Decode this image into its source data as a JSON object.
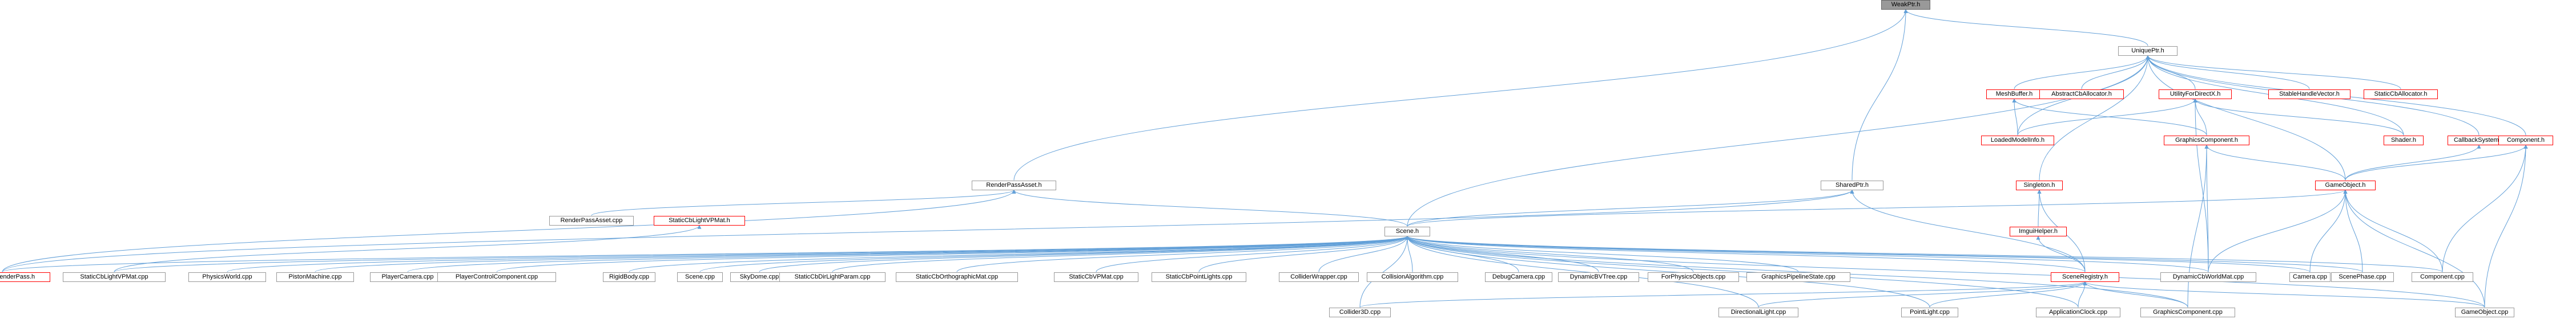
{
  "graph": {
    "edge_color": "#63a0d8",
    "nodes": [
      {
        "id": "weakptr",
        "label": "WeakPtr.h",
        "root": true
      },
      {
        "id": "uniqueptr",
        "label": "UniquePtr.h"
      },
      {
        "id": "sharedptr",
        "label": "SharedPtr.h"
      },
      {
        "id": "renderpassasset_h",
        "label": "RenderPassAsset.h"
      },
      {
        "id": "renderpassasset_cpp",
        "label": "RenderPassAsset.cpp"
      },
      {
        "id": "staticcblightvpmat_h",
        "label": "StaticCbLightVPMat.h",
        "red": true
      },
      {
        "id": "meshbuffer",
        "label": "MeshBuffer.h",
        "red": true
      },
      {
        "id": "abstractcballocator",
        "label": "AbstractCbAllocator.h",
        "red": true
      },
      {
        "id": "utilityfordirectx",
        "label": "UtilityForDirectX.h",
        "red": true
      },
      {
        "id": "stablehandlevector",
        "label": "StableHandleVector.h",
        "red": true
      },
      {
        "id": "staticcballocator",
        "label": "StaticCbAllocator.h",
        "red": true
      },
      {
        "id": "loadedmodelinfo",
        "label": "LoadedModelInfo.h",
        "red": true
      },
      {
        "id": "graphicscomponent_h",
        "label": "GraphicsComponent.h",
        "red": true
      },
      {
        "id": "shader",
        "label": "Shader.h",
        "red": true
      },
      {
        "id": "callbacksystem",
        "label": "CallbackSystem.h",
        "red": true
      },
      {
        "id": "component_h",
        "label": "Component.h",
        "red": true
      },
      {
        "id": "singleton",
        "label": "Singleton.h",
        "red": true
      },
      {
        "id": "gameobject_h",
        "label": "GameObject.h",
        "red": true
      },
      {
        "id": "imguihelper",
        "label": "ImguiHelper.h",
        "red": true
      },
      {
        "id": "scene_h",
        "label": "Scene.h"
      },
      {
        "id": "scenereg",
        "label": "SceneRegistry.h",
        "red": true
      },
      {
        "id": "standardrenderpass",
        "label": "StandardRenderPass.h",
        "red": true
      },
      {
        "id": "staticcblightvpmat_cpp",
        "label": "StaticCbLightVPMat.cpp"
      },
      {
        "id": "physicsworld",
        "label": "PhysicsWorld.cpp"
      },
      {
        "id": "pistonmachine",
        "label": "PistonMachine.cpp"
      },
      {
        "id": "playercamera",
        "label": "PlayerCamera.cpp"
      },
      {
        "id": "playercontrol",
        "label": "PlayerControlComponent.cpp"
      },
      {
        "id": "rigidbody",
        "label": "RigidBody.cpp"
      },
      {
        "id": "scene_cpp",
        "label": "Scene.cpp"
      },
      {
        "id": "skydome",
        "label": "SkyDome.cpp"
      },
      {
        "id": "dirlightparam",
        "label": "StaticCbDirLightParam.cpp"
      },
      {
        "id": "orthomat",
        "label": "StaticCbOrthographicMat.cpp"
      },
      {
        "id": "vpmat",
        "label": "StaticCbVPMat.cpp"
      },
      {
        "id": "pointlights",
        "label": "StaticCbPointLights.cpp"
      },
      {
        "id": "colliderwrapper",
        "label": "ColliderWrapper.cpp"
      },
      {
        "id": "collisionalgorithm",
        "label": "CollisionAlgorithm.cpp"
      },
      {
        "id": "debugcamera",
        "label": "DebugCamera.cpp"
      },
      {
        "id": "dynamicbvtree",
        "label": "DynamicBVTree.cpp"
      },
      {
        "id": "forphysicsobjects",
        "label": "ForPhysicsObjects.cpp"
      },
      {
        "id": "gpsstate",
        "label": "GraphicsPipelineState.cpp"
      },
      {
        "id": "dynamiccbworldmat",
        "label": "DynamicCbWorldMat.cpp"
      },
      {
        "id": "camera",
        "label": "Camera.cpp"
      },
      {
        "id": "scenephase",
        "label": "ScenePhase.cpp"
      },
      {
        "id": "component_cpp",
        "label": "Component.cpp"
      },
      {
        "id": "collider3d",
        "label": "Collider3D.cpp"
      },
      {
        "id": "directionallight",
        "label": "DirectionalLight.cpp"
      },
      {
        "id": "pointlight",
        "label": "PointLight.cpp"
      },
      {
        "id": "applicationclock",
        "label": "ApplicationClock.cpp"
      },
      {
        "id": "graphicscomponent_cpp",
        "label": "GraphicsComponent.cpp"
      },
      {
        "id": "gameobject_cpp",
        "label": "GameObject.cpp"
      }
    ],
    "edges": [
      [
        "uniqueptr",
        "weakptr"
      ],
      [
        "sharedptr",
        "weakptr"
      ],
      [
        "renderpassasset_h",
        "weakptr"
      ],
      [
        "meshbuffer",
        "uniqueptr"
      ],
      [
        "abstractcballocator",
        "uniqueptr"
      ],
      [
        "utilityfordirectx",
        "uniqueptr"
      ],
      [
        "stablehandlevector",
        "uniqueptr"
      ],
      [
        "staticcballocator",
        "uniqueptr"
      ],
      [
        "loadedmodelinfo",
        "uniqueptr"
      ],
      [
        "shader",
        "uniqueptr"
      ],
      [
        "callbacksystem",
        "uniqueptr"
      ],
      [
        "component_h",
        "uniqueptr"
      ],
      [
        "singleton",
        "uniqueptr"
      ],
      [
        "gameobject_h",
        "uniqueptr"
      ],
      [
        "scene_h",
        "uniqueptr"
      ],
      [
        "loadedmodelinfo",
        "meshbuffer"
      ],
      [
        "loadedmodelinfo",
        "utilityfordirectx"
      ],
      [
        "graphicscomponent_h",
        "utilityfordirectx"
      ],
      [
        "graphicscomponent_h",
        "meshbuffer"
      ],
      [
        "shader",
        "utilityfordirectx"
      ],
      [
        "gameobject_h",
        "callbacksystem"
      ],
      [
        "gameobject_h",
        "component_h"
      ],
      [
        "gameobject_h",
        "graphicscomponent_h"
      ],
      [
        "imguihelper",
        "singleton"
      ],
      [
        "scenereg",
        "singleton"
      ],
      [
        "scenereg",
        "imguihelper"
      ],
      [
        "scene_h",
        "sharedptr"
      ],
      [
        "scene_h",
        "renderpassasset_h"
      ],
      [
        "scene_h",
        "gameobject_h"
      ],
      [
        "scenereg",
        "sharedptr"
      ],
      [
        "standardrenderpass",
        "sharedptr"
      ],
      [
        "standardrenderpass",
        "renderpassasset_h"
      ],
      [
        "renderpassasset_cpp",
        "renderpassasset_h"
      ],
      [
        "staticcblightvpmat_cpp",
        "staticcblightvpmat_h"
      ],
      [
        "standardrenderpass",
        "scene_h"
      ],
      [
        "staticcblightvpmat_cpp",
        "scene_h"
      ],
      [
        "physicsworld",
        "scene_h"
      ],
      [
        "pistonmachine",
        "scene_h"
      ],
      [
        "playercamera",
        "scene_h"
      ],
      [
        "playercontrol",
        "scene_h"
      ],
      [
        "rigidbody",
        "scene_h"
      ],
      [
        "scene_cpp",
        "scene_h"
      ],
      [
        "skydome",
        "scene_h"
      ],
      [
        "dirlightparam",
        "scene_h"
      ],
      [
        "orthomat",
        "scene_h"
      ],
      [
        "vpmat",
        "scene_h"
      ],
      [
        "pointlights",
        "scene_h"
      ],
      [
        "colliderwrapper",
        "scene_h"
      ],
      [
        "collisionalgorithm",
        "scene_h"
      ],
      [
        "debugcamera",
        "scene_h"
      ],
      [
        "dynamicbvtree",
        "scene_h"
      ],
      [
        "forphysicsobjects",
        "scene_h"
      ],
      [
        "gpsstate",
        "scene_h"
      ],
      [
        "scenereg",
        "scene_h"
      ],
      [
        "dynamiccbworldmat",
        "scene_h"
      ],
      [
        "camera",
        "scene_h"
      ],
      [
        "scenephase",
        "scene_h"
      ],
      [
        "component_cpp",
        "scene_h"
      ],
      [
        "collider3d",
        "scene_h"
      ],
      [
        "directionallight",
        "scene_h"
      ],
      [
        "pointlight",
        "scene_h"
      ],
      [
        "applicationclock",
        "scene_h"
      ],
      [
        "graphicscomponent_cpp",
        "scene_h"
      ],
      [
        "gameobject_cpp",
        "scene_h"
      ],
      [
        "collider3d",
        "scenereg"
      ],
      [
        "directionallight",
        "scenereg"
      ],
      [
        "pointlight",
        "scenereg"
      ],
      [
        "applicationclock",
        "scenereg"
      ],
      [
        "graphicscomponent_cpp",
        "scenereg"
      ],
      [
        "gameobject_cpp",
        "scenereg"
      ],
      [
        "dynamiccbworldmat",
        "graphicscomponent_h"
      ],
      [
        "graphicscomponent_cpp",
        "graphicscomponent_h"
      ],
      [
        "dynamiccbworldmat",
        "gameobject_h"
      ],
      [
        "camera",
        "gameobject_h"
      ],
      [
        "scenephase",
        "gameobject_h"
      ],
      [
        "component_cpp",
        "gameobject_h"
      ],
      [
        "gameobject_cpp",
        "gameobject_h"
      ],
      [
        "component_cpp",
        "component_h"
      ],
      [
        "gameobject_cpp",
        "component_h"
      ],
      [
        "dynamiccbworldmat",
        "utilityfordirectx"
      ]
    ]
  }
}
